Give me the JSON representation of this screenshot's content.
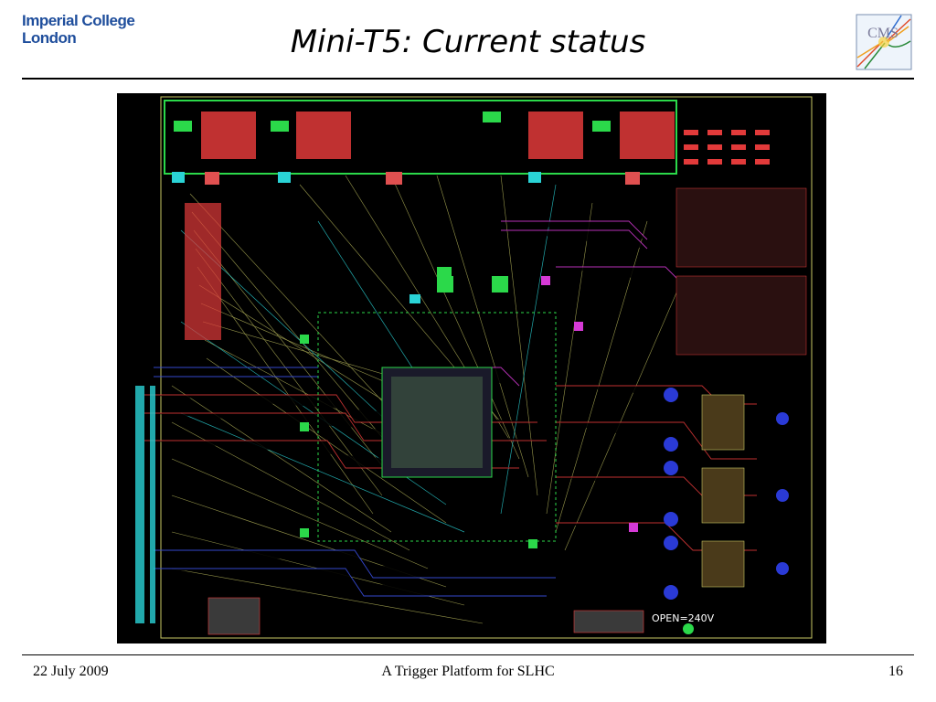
{
  "header": {
    "logo_line1": "Imperial College",
    "logo_line2": "London",
    "title": "Mini-T5: Current status",
    "cms_logo_text": "CMS"
  },
  "pcb": {
    "label": "OPEN=240V"
  },
  "footer": {
    "date": "22 July 2009",
    "center": "A Trigger Platform for SLHC",
    "page": "16"
  },
  "colors": {
    "board_bg": "#000000",
    "trace_yellow": "#c8c864",
    "trace_green": "#2bd94a",
    "trace_cyan": "#2ad3d6",
    "trace_red": "#e23a3a",
    "trace_blue": "#3a4fe2",
    "trace_magenta": "#d63ad6"
  }
}
